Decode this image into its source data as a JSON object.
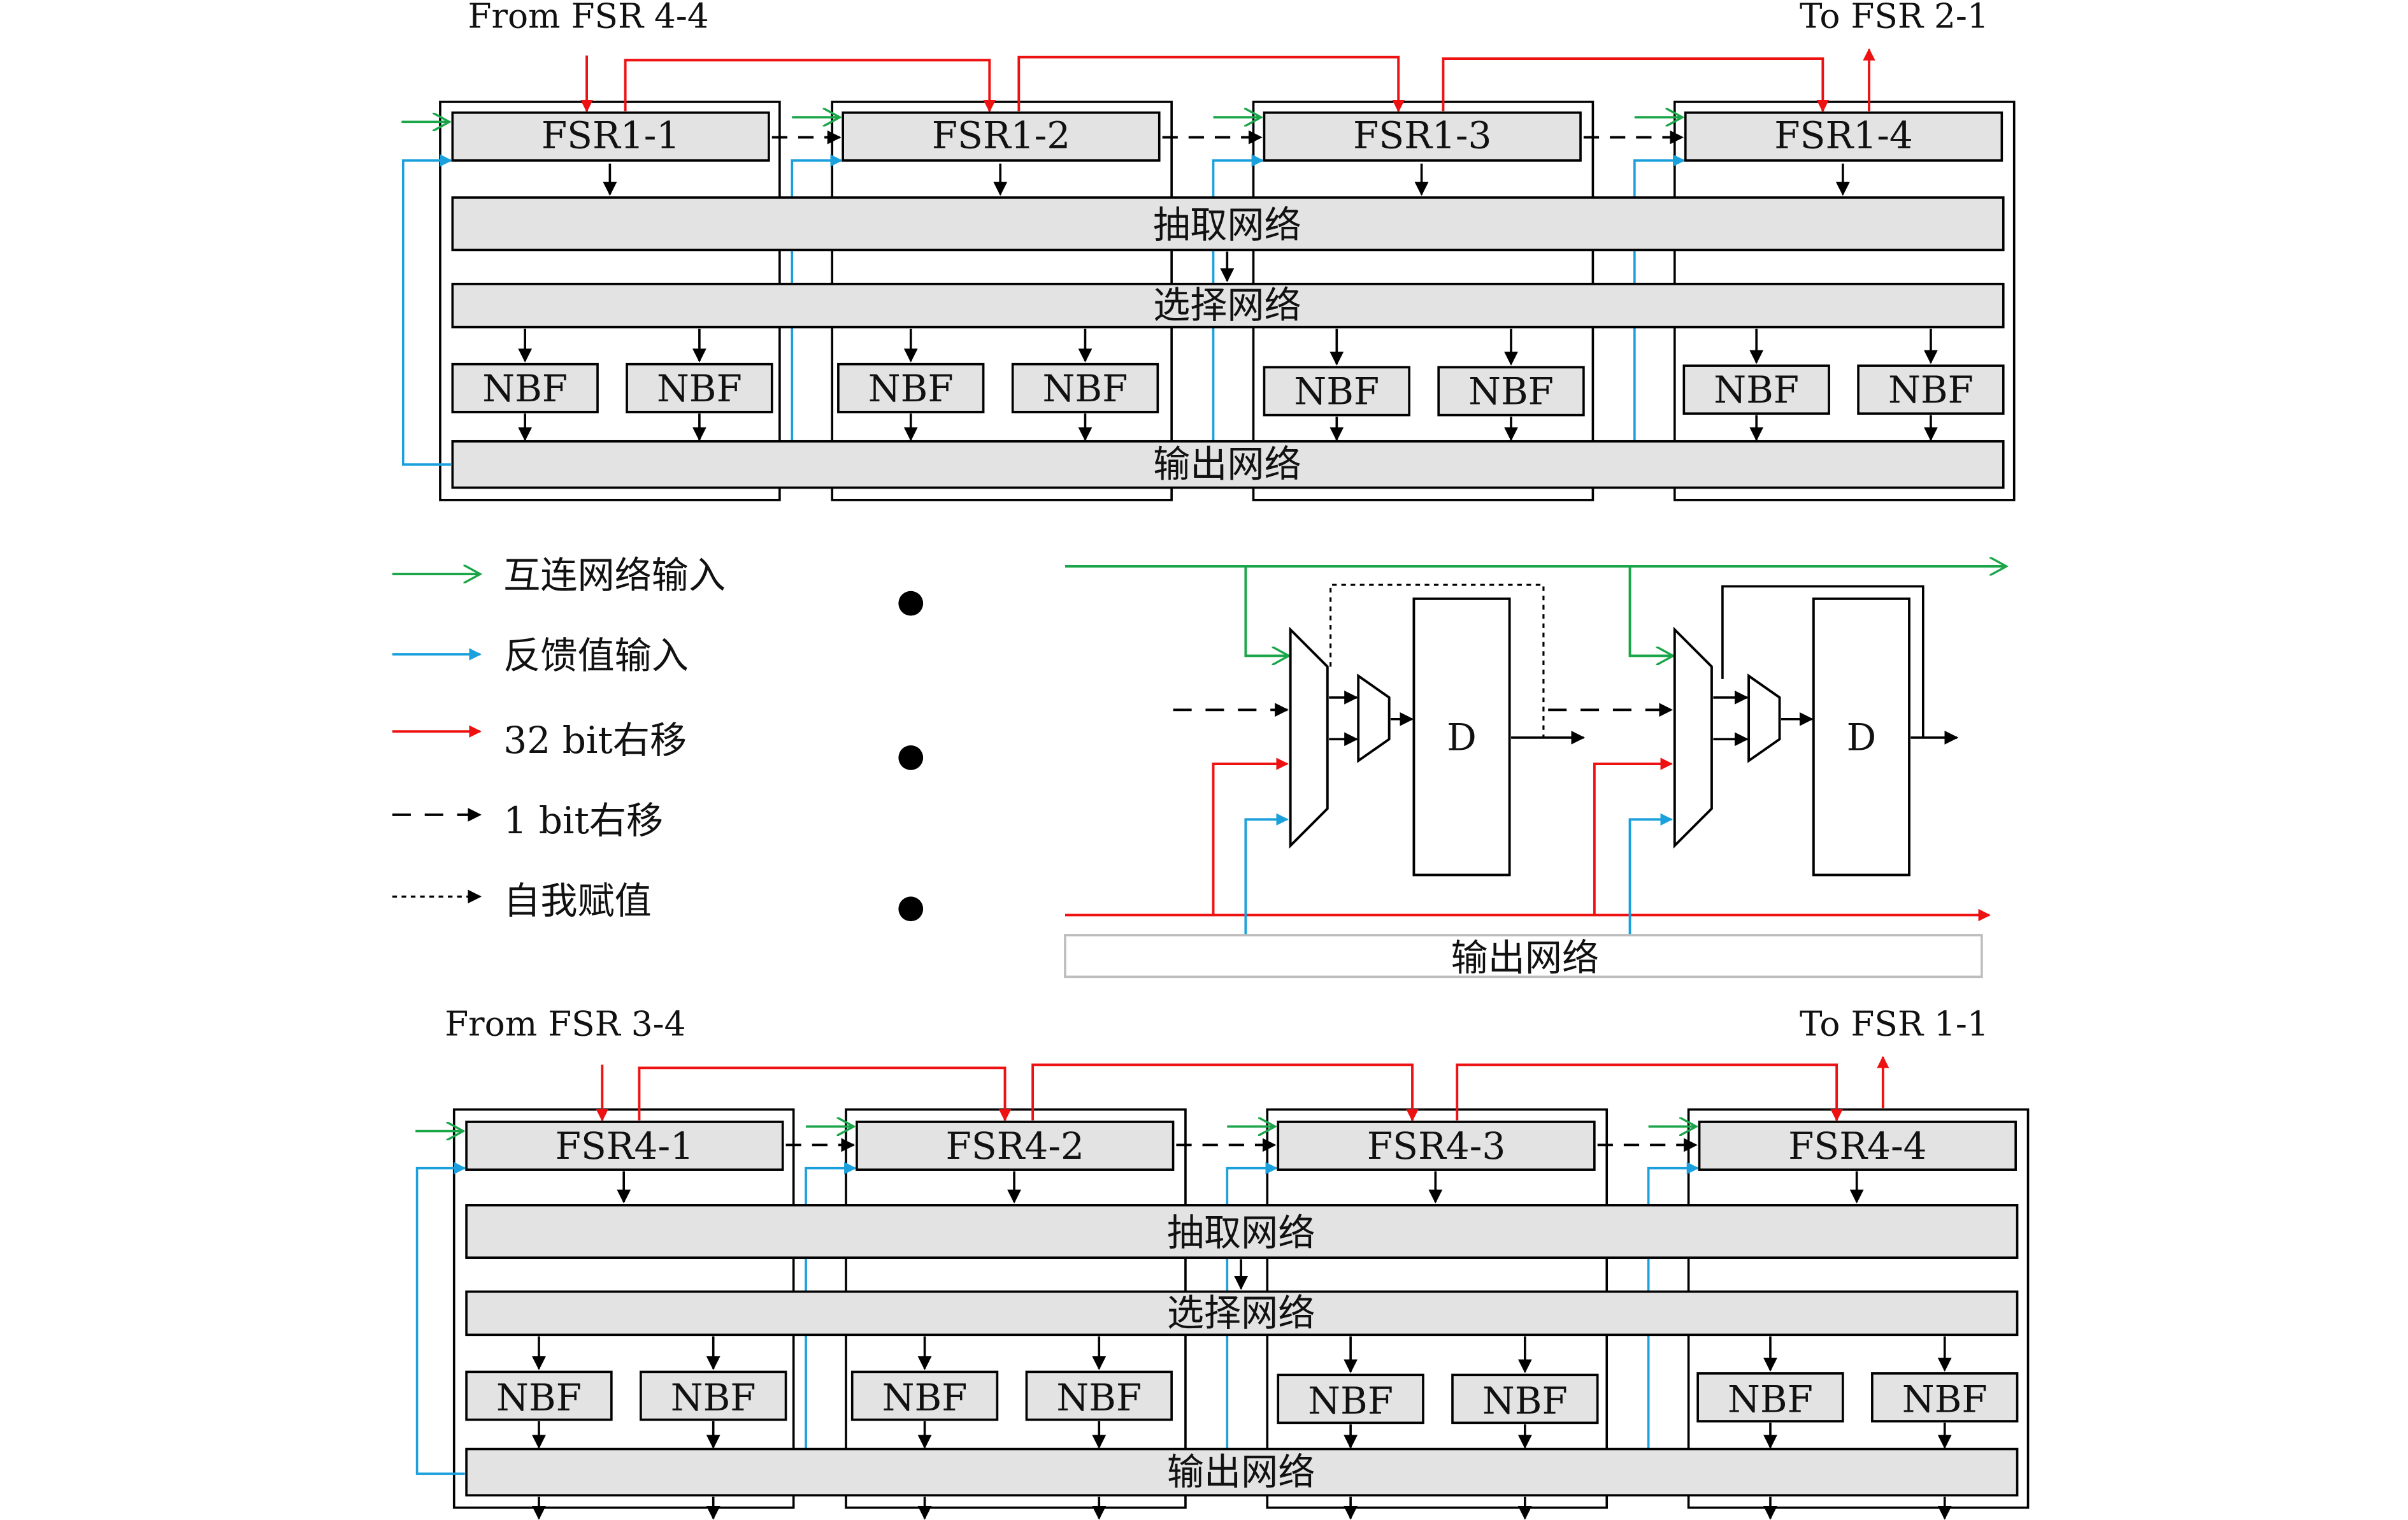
{
  "top": {
    "from_label": "From FSR 4-4",
    "to_label": "To FSR 2-1",
    "fsr": [
      "FSR1-1",
      "FSR1-2",
      "FSR1-3",
      "FSR1-4"
    ],
    "extract": "抽取网络",
    "select": "选择网络",
    "nbf": "NBF",
    "output": "输出网络"
  },
  "bottom": {
    "from_label": "From FSR 3-4",
    "to_label": "To FSR 1-1",
    "fsr": [
      "FSR4-1",
      "FSR4-2",
      "FSR4-3",
      "FSR4-4"
    ],
    "extract": "抽取网络",
    "select": "选择网络",
    "nbf": "NBF",
    "output": "输出网络"
  },
  "legend": [
    {
      "label": "互连网络输入",
      "color": "#1aa548",
      "style": "solid"
    },
    {
      "label": "反馈值输入",
      "color": "#1aa0dc",
      "style": "solid"
    },
    {
      "label": "32 bit右移",
      "color": "#ee1111",
      "style": "solid"
    },
    {
      "label": "1 bit右移",
      "color": "#000000",
      "style": "dashed"
    },
    {
      "label": "自我赋值",
      "color": "#000000",
      "style": "dotted"
    }
  ],
  "detail": {
    "d_label": "D",
    "output": "输出网络"
  },
  "colors": {
    "green": "#1aa548",
    "blue": "#1aa0dc",
    "red": "#ee1111",
    "black": "#000000",
    "box_fill": "#e3e3e3"
  }
}
